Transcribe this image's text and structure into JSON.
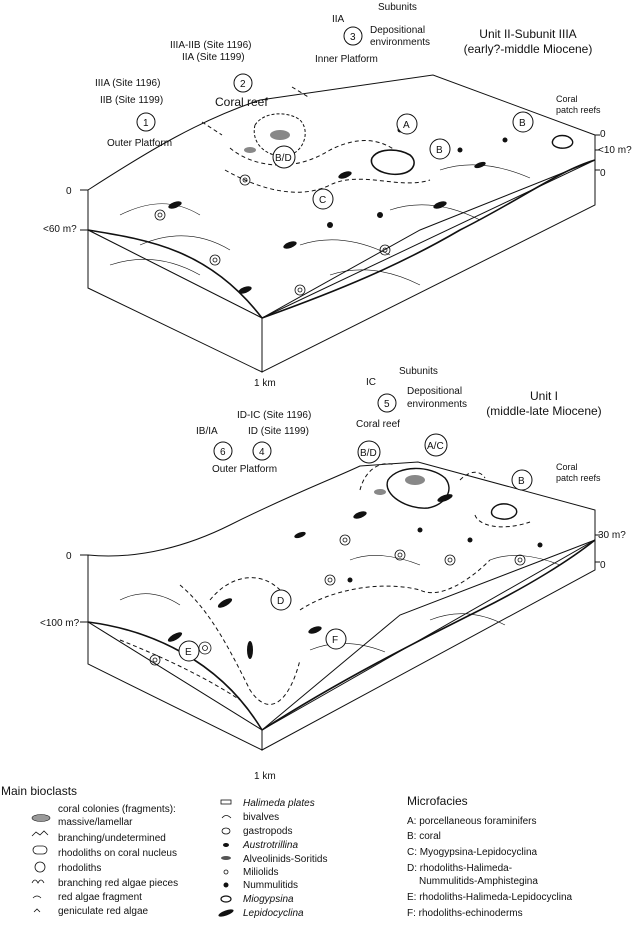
{
  "upper": {
    "subunits_label": "Subunits",
    "depositional_environments": [
      "Depositional",
      "environments"
    ],
    "unit_title": [
      "Unit II-Subunit IIIA",
      "(early?-middle Miocene)"
    ],
    "zone1": {
      "num": "1",
      "sites": [
        "IIIA  (Site 1196)",
        "IIB (Site 1199)"
      ],
      "env": "Outer Platform"
    },
    "zone2": {
      "num": "2",
      "sites": [
        "IIIA-IIB (Site 1196)",
        "IIA (Site 1199)"
      ],
      "env": "Coral reef"
    },
    "zone3": {
      "num": "3",
      "sites": [
        "IIA"
      ],
      "env": "Inner Platform"
    },
    "coral_patch_reefs": [
      "Coral",
      "patch reefs"
    ],
    "depth_left_top": "0",
    "depth_left_bottom": "<60 m?",
    "depth_right_top": "0",
    "depth_right_mid": "<10 m?",
    "depth_right_bottom": "0",
    "scale": "1 km",
    "facies_labels": [
      "A",
      "B",
      "B",
      "B/D",
      "C"
    ]
  },
  "lower": {
    "subunits_label": "Subunits",
    "depositional_environments": [
      "Depositional",
      "environments"
    ],
    "unit_title": [
      "Unit I",
      "(middle-late Miocene)"
    ],
    "zone5": {
      "num": "5",
      "sites": [
        "IC"
      ],
      "env": "Coral reef"
    },
    "zone4": {
      "num": "4",
      "sites": [
        "ID-IC (Site 1196)",
        "ID (Site 1199)"
      ],
      "env": "Outer Platform"
    },
    "zone6": {
      "num": "6",
      "sites": [
        "IB/IA"
      ]
    },
    "coral_patch_reefs": [
      "Coral",
      "patch reefs"
    ],
    "depth_left_top": "0",
    "depth_left_bottom": "<100 m?",
    "depth_right_top": "30 m?",
    "depth_right_bottom": "0",
    "scale": "1 km",
    "facies_labels": [
      "B/D",
      "A/C",
      "B",
      "D",
      "E",
      "F"
    ]
  },
  "legend_bioclasts": {
    "title": "Main bioclasts",
    "items": [
      "coral colonies (fragments):",
      "massive/lamellar",
      "branching/undetermined",
      "rhodoliths on coral nucleus",
      "rhodoliths",
      "branching red algae pieces",
      "red algae fragment",
      "geniculate red algae"
    ],
    "items2": [
      "Halimeda plates",
      "bivalves",
      "gastropods",
      "Austrotrillina",
      "Alveolinids-Soritids",
      "Miliolids",
      "Nummulitids",
      "Miogypsina",
      "Lepidocyclina"
    ]
  },
  "legend_microfacies": {
    "title": "Microfacies",
    "items": [
      "A: porcellaneous foraminifers",
      "B: coral",
      "C: Myogypsina-Lepidocyclina",
      "D: rhodoliths-Halimeda-",
      "Nummulitids-Amphistegina",
      "E: rhodoliths-Halimeda-Lepidocyclina",
      "F: rhodoliths-echinoderms"
    ]
  }
}
